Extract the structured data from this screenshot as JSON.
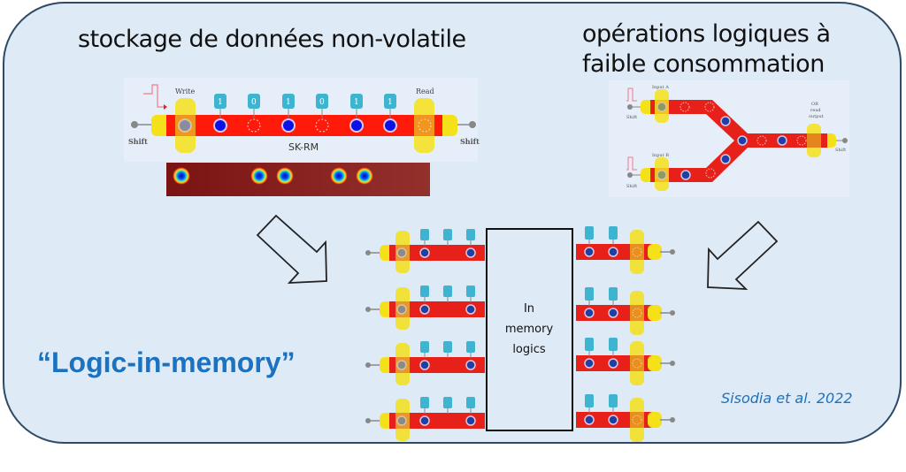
{
  "headings": {
    "left": "stockage de données non-volatile",
    "right_line1": "opérations logiques à",
    "right_line2": "faible consommation"
  },
  "racetrack_memory": {
    "write_label": "Write",
    "read_label": "Read",
    "shift_left_label": "Shift",
    "shift_right_label": "Shift",
    "device_label": "SK-RM",
    "bits": [
      "1",
      "0",
      "1",
      "0",
      "1",
      "1"
    ]
  },
  "logic_gate": {
    "input_a_label": "Input A",
    "input_b_label": "Input B",
    "output_label_line1": "OR",
    "output_label_line2": "read",
    "output_label_line3": "output",
    "shift_label": "Shift"
  },
  "central_block": {
    "line1": "In",
    "line2": "memory",
    "line3": "logics"
  },
  "concept_label": "“Logic-in-memory”",
  "citation": "Sisodia et al. 2022",
  "colors": {
    "panel_fill": "#dfeaf7",
    "panel_border": "#2f4a66",
    "track_red": "#e8201a",
    "port_yellow": "#f5e11a",
    "bit_cyan": "#3eb4d0",
    "skyrmion_blue": "#1f3fa8",
    "accent_blue": "#1a72c0"
  }
}
